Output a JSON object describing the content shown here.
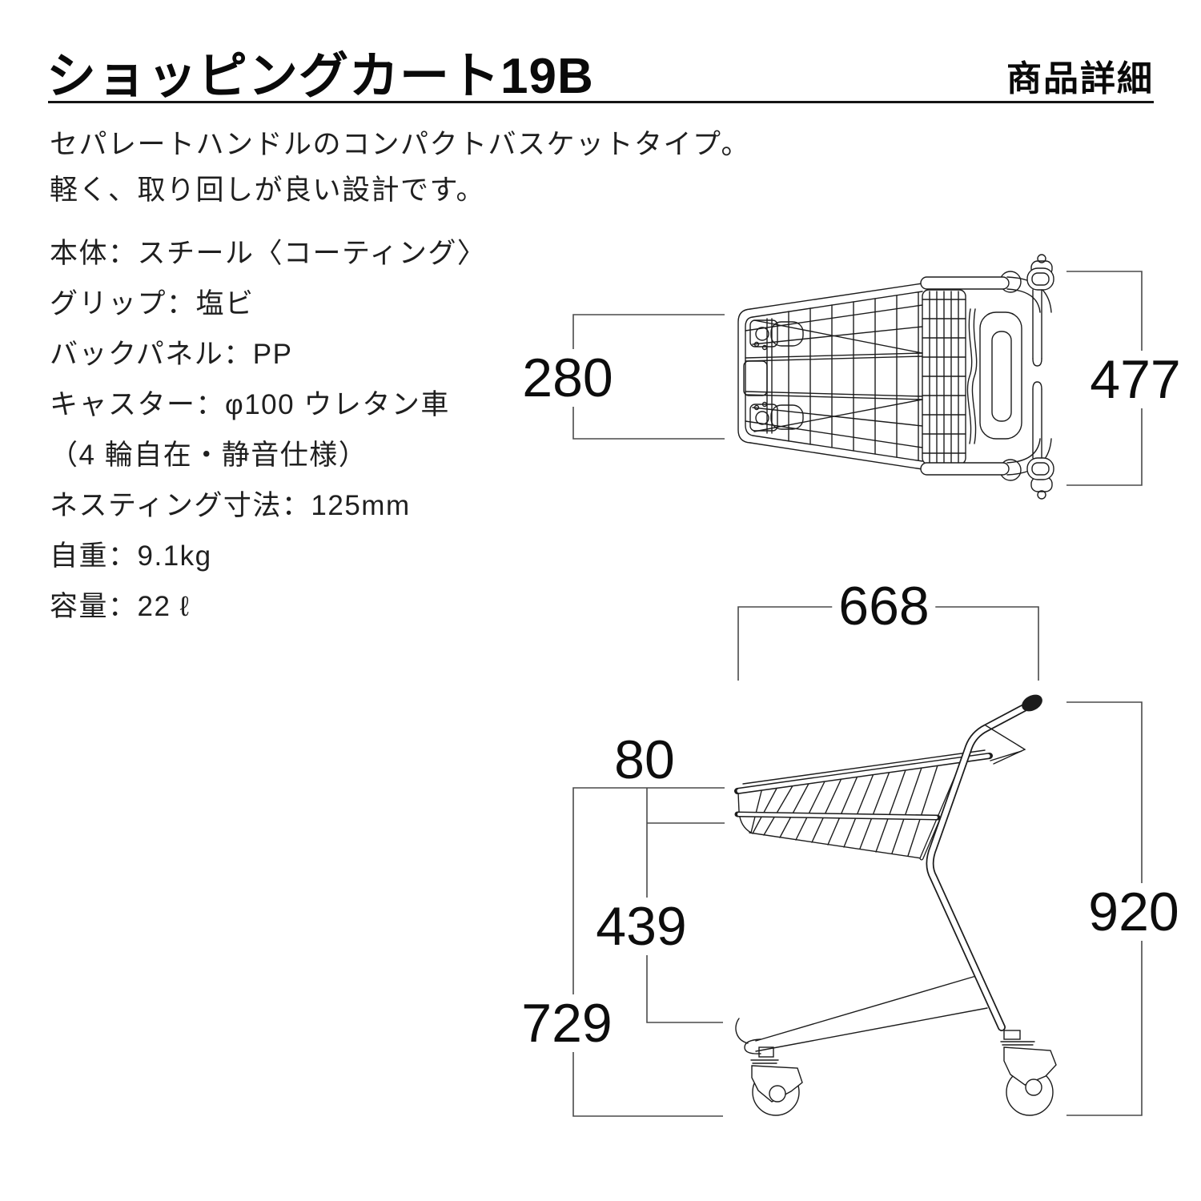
{
  "header": {
    "title": "ショッピングカート19B",
    "corner_label": "商品詳細"
  },
  "description": {
    "line1": "セパレートハンドルのコンパクトバスケットタイプ。",
    "line2": "軽く、取り回しが良い設計です。"
  },
  "specs": {
    "items": [
      "本体：スチール〈コーティング〉",
      "グリップ：塩ビ",
      "バックパネル：PP",
      "キャスター：φ100 ウレタン車",
      "（4 輪自在・静音仕様）",
      "ネスティング寸法：125mm",
      "自重：9.1kg",
      "容量：22 ℓ"
    ]
  },
  "diagrams": {
    "top_view": {
      "label": "top-view-drawing",
      "dims": {
        "front_width": "280",
        "overall_width": "477"
      }
    },
    "side_view": {
      "label": "side-view-drawing",
      "dims": {
        "overall_length": "668",
        "basket_front_depth": "80",
        "basket_bottom_height": "439",
        "rim_height": "729",
        "overall_height": "920"
      }
    }
  },
  "colors": {
    "background": "#ffffff",
    "line_art": "#1c1c1c",
    "dimension_line": "#4a4a4a",
    "text": "#111111"
  }
}
